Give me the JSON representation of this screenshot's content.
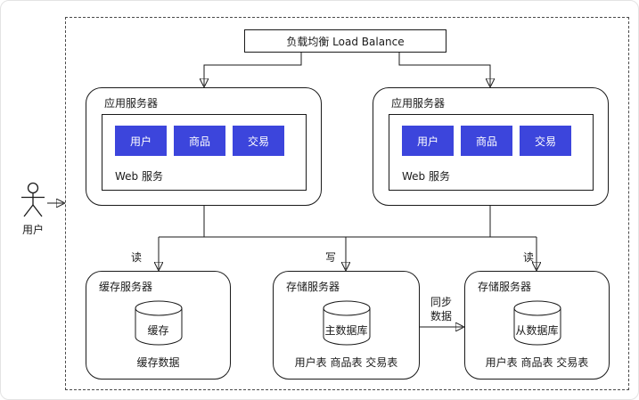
{
  "colors": {
    "module_blue": "#3C45DC",
    "module_text": "#FFFFFF",
    "line": "#1A1A1A"
  },
  "actor": {
    "label": "用户"
  },
  "load_balancer": {
    "label": "负载均衡 Load Balance"
  },
  "app_servers": [
    {
      "title": "应用服务器",
      "web_label": "Web 服务",
      "modules": [
        "用户",
        "商品",
        "交易"
      ]
    },
    {
      "title": "应用服务器",
      "web_label": "Web 服务",
      "modules": [
        "用户",
        "商品",
        "交易"
      ]
    }
  ],
  "edges": {
    "read_left": "读",
    "write": "写",
    "read_right": "读",
    "sync": [
      "同步",
      "数据"
    ]
  },
  "cache_server": {
    "title": "缓存服务器",
    "db_label": "缓存",
    "caption": "缓存数据"
  },
  "storage_primary": {
    "title": "存储服务器",
    "db_label": "主数据库",
    "caption": "用户表 商品表 交易表"
  },
  "storage_replica": {
    "title": "存储服务器",
    "db_label": "从数据库",
    "caption": "用户表 商品表 交易表"
  }
}
